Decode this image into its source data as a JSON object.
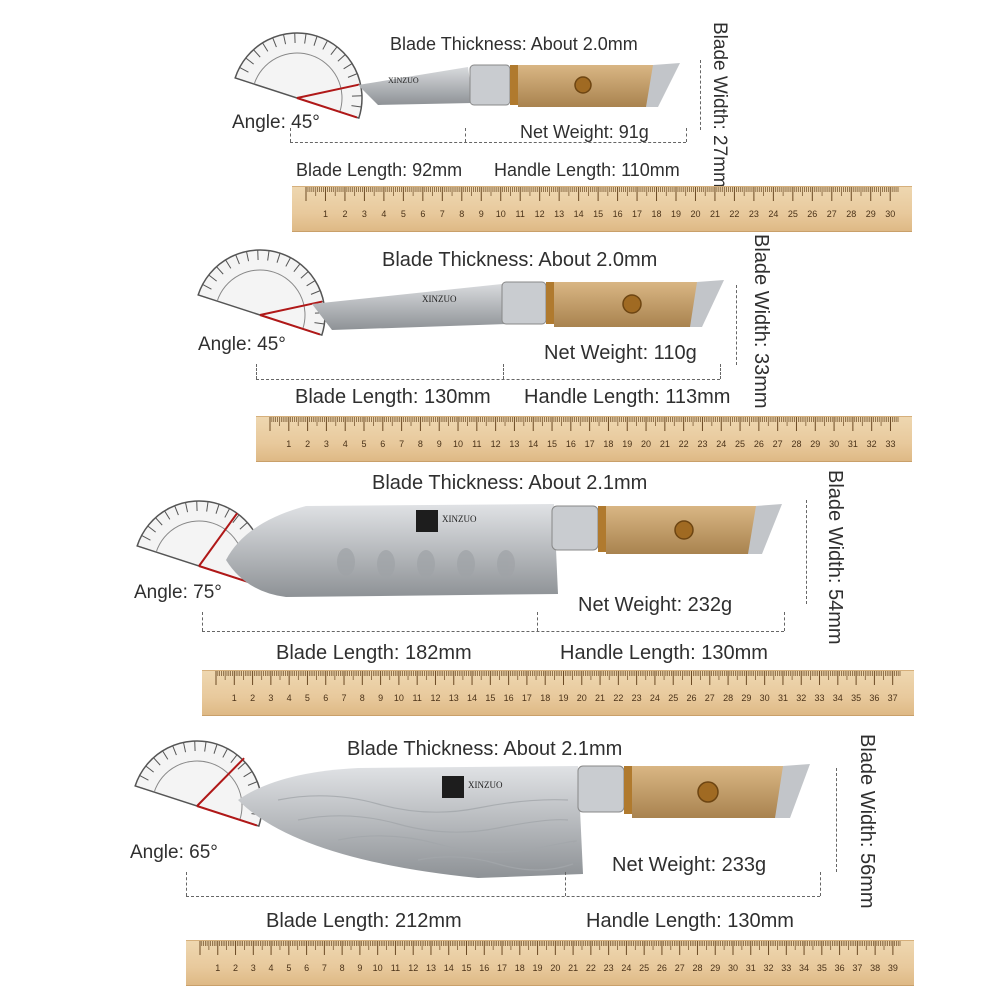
{
  "brand": "XINZUO",
  "knives": [
    {
      "thickness": "Blade Thickness: About 2.0mm",
      "angle": "Angle: 45°",
      "weight": "Net Weight: 91g",
      "blade_length": "Blade Length: 92mm",
      "handle_length": "Handle Length: 110mm",
      "blade_width": "Blade Width: 27mm",
      "ruler_max": 30
    },
    {
      "thickness": "Blade Thickness: About 2.0mm",
      "angle": "Angle: 45°",
      "weight": "Net Weight: 110g",
      "blade_length": "Blade Length: 130mm",
      "handle_length": "Handle Length: 113mm",
      "blade_width": "Blade Width: 33mm",
      "ruler_max": 33
    },
    {
      "thickness": "Blade Thickness: About 2.1mm",
      "angle": "Angle: 75°",
      "weight": "Net Weight: 232g",
      "blade_length": "Blade Length: 182mm",
      "handle_length": "Handle Length: 130mm",
      "blade_width": "Blade Width: 54mm",
      "ruler_max": 37
    },
    {
      "thickness": "Blade Thickness: About 2.1mm",
      "angle": "Angle: 65°",
      "weight": "Net Weight: 233g",
      "blade_length": "Blade Length: 212mm",
      "handle_length": "Handle Length: 130mm",
      "blade_width": "Blade Width: 56mm",
      "ruler_max": 39
    }
  ],
  "colors": {
    "ruler": "#e8c99c",
    "handle": "#c9a06a",
    "blade": "#b9bcc0",
    "accent": "#b01818"
  }
}
